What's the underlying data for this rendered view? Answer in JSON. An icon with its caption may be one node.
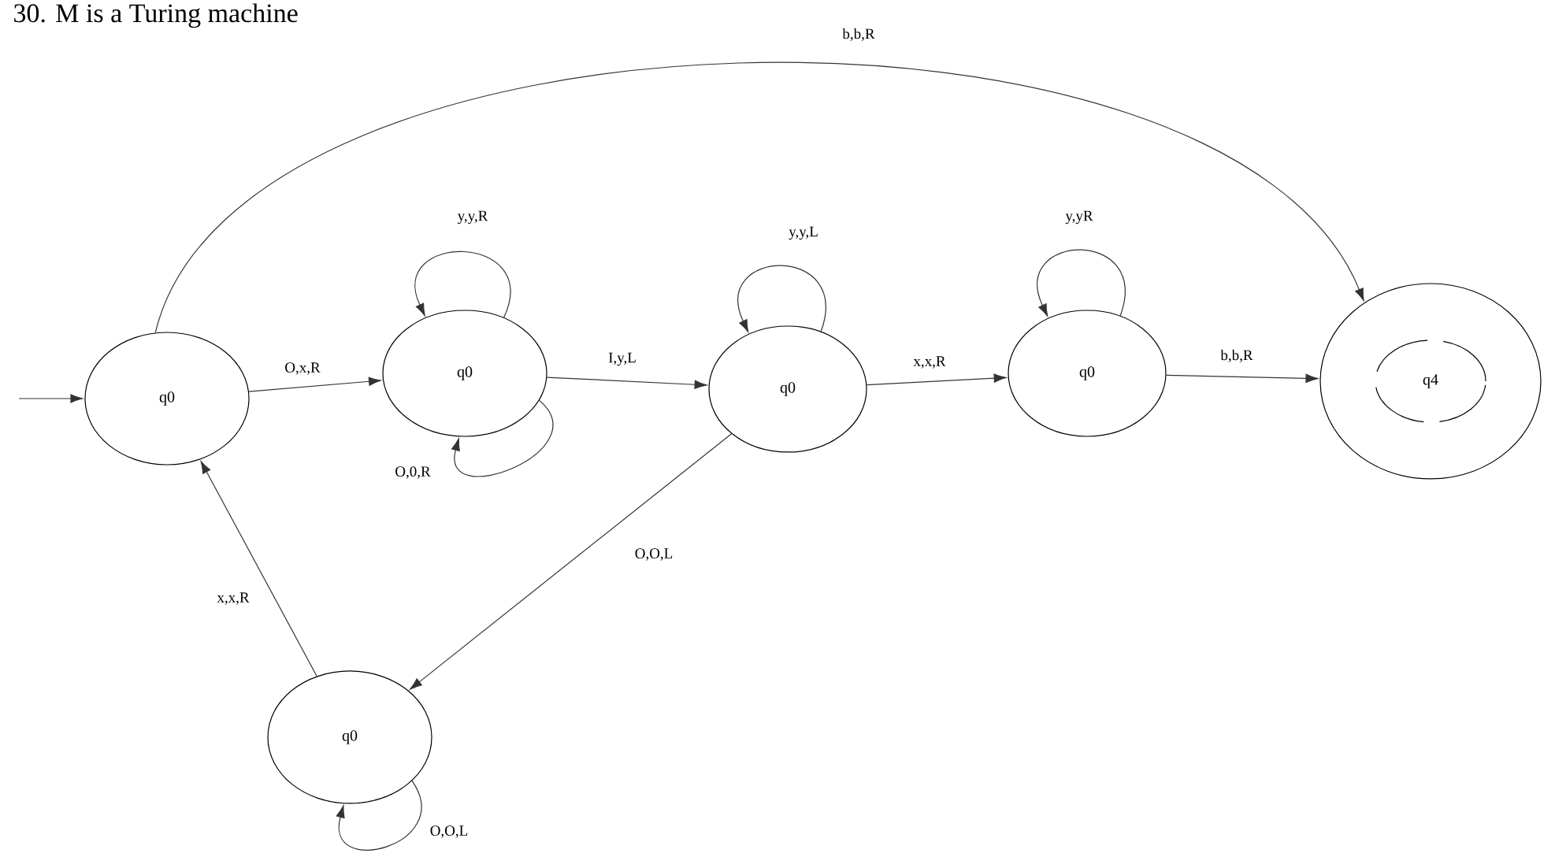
{
  "diagram": {
    "nodes": [
      {
        "text": [
          "q0"
        ]
      },
      {
        "text": [
          "q0"
        ]
      },
      {
        "text": [
          "q0"
        ]
      },
      {
        "text": [
          "q0"
        ]
      },
      {
        "text": [
          "q4"
        ]
      },
      {
        "text": [
          "q0"
        ]
      }
    ],
    "edges": [
      {
        "from": null,
        "to": 0,
        "arrow": "to"
      },
      {
        "from": 0,
        "to": 1,
        "arrow": "to",
        "label": "O,x,R"
      },
      {
        "from": 1,
        "to": 1,
        "arrow": "to",
        "label": "y,y,R"
      },
      {
        "from": 1,
        "to": 1,
        "arrow": "to",
        "label": "O,0,R"
      },
      {
        "from": 1,
        "to": 2,
        "arrow": "to",
        "label": "I,y,L"
      },
      {
        "from": 2,
        "to": 2,
        "arrow": "to",
        "label": "y,y,L"
      },
      {
        "from": 2,
        "to": 3,
        "arrow": "to",
        "label": "x,x,R"
      },
      {
        "from": 3,
        "to": 3,
        "arrow": "to",
        "label": "y,yR"
      },
      {
        "from": 3,
        "to": 4,
        "arrow": "to",
        "label": "b,b,R"
      },
      {
        "from": 0,
        "to": 4,
        "arrow": "to",
        "label": "b,b,R"
      },
      {
        "from": 2,
        "to": 5,
        "arrow": "to",
        "label": "O,O,L"
      },
      {
        "from": 5,
        "to": 0,
        "arrow": "to",
        "label": "x,x,R"
      },
      {
        "from": 5,
        "to": 5,
        "arrow": "to",
        "label": "O,O,L"
      }
    ],
    "labels": [
      "30. M is a Turing machine"
    ]
  }
}
